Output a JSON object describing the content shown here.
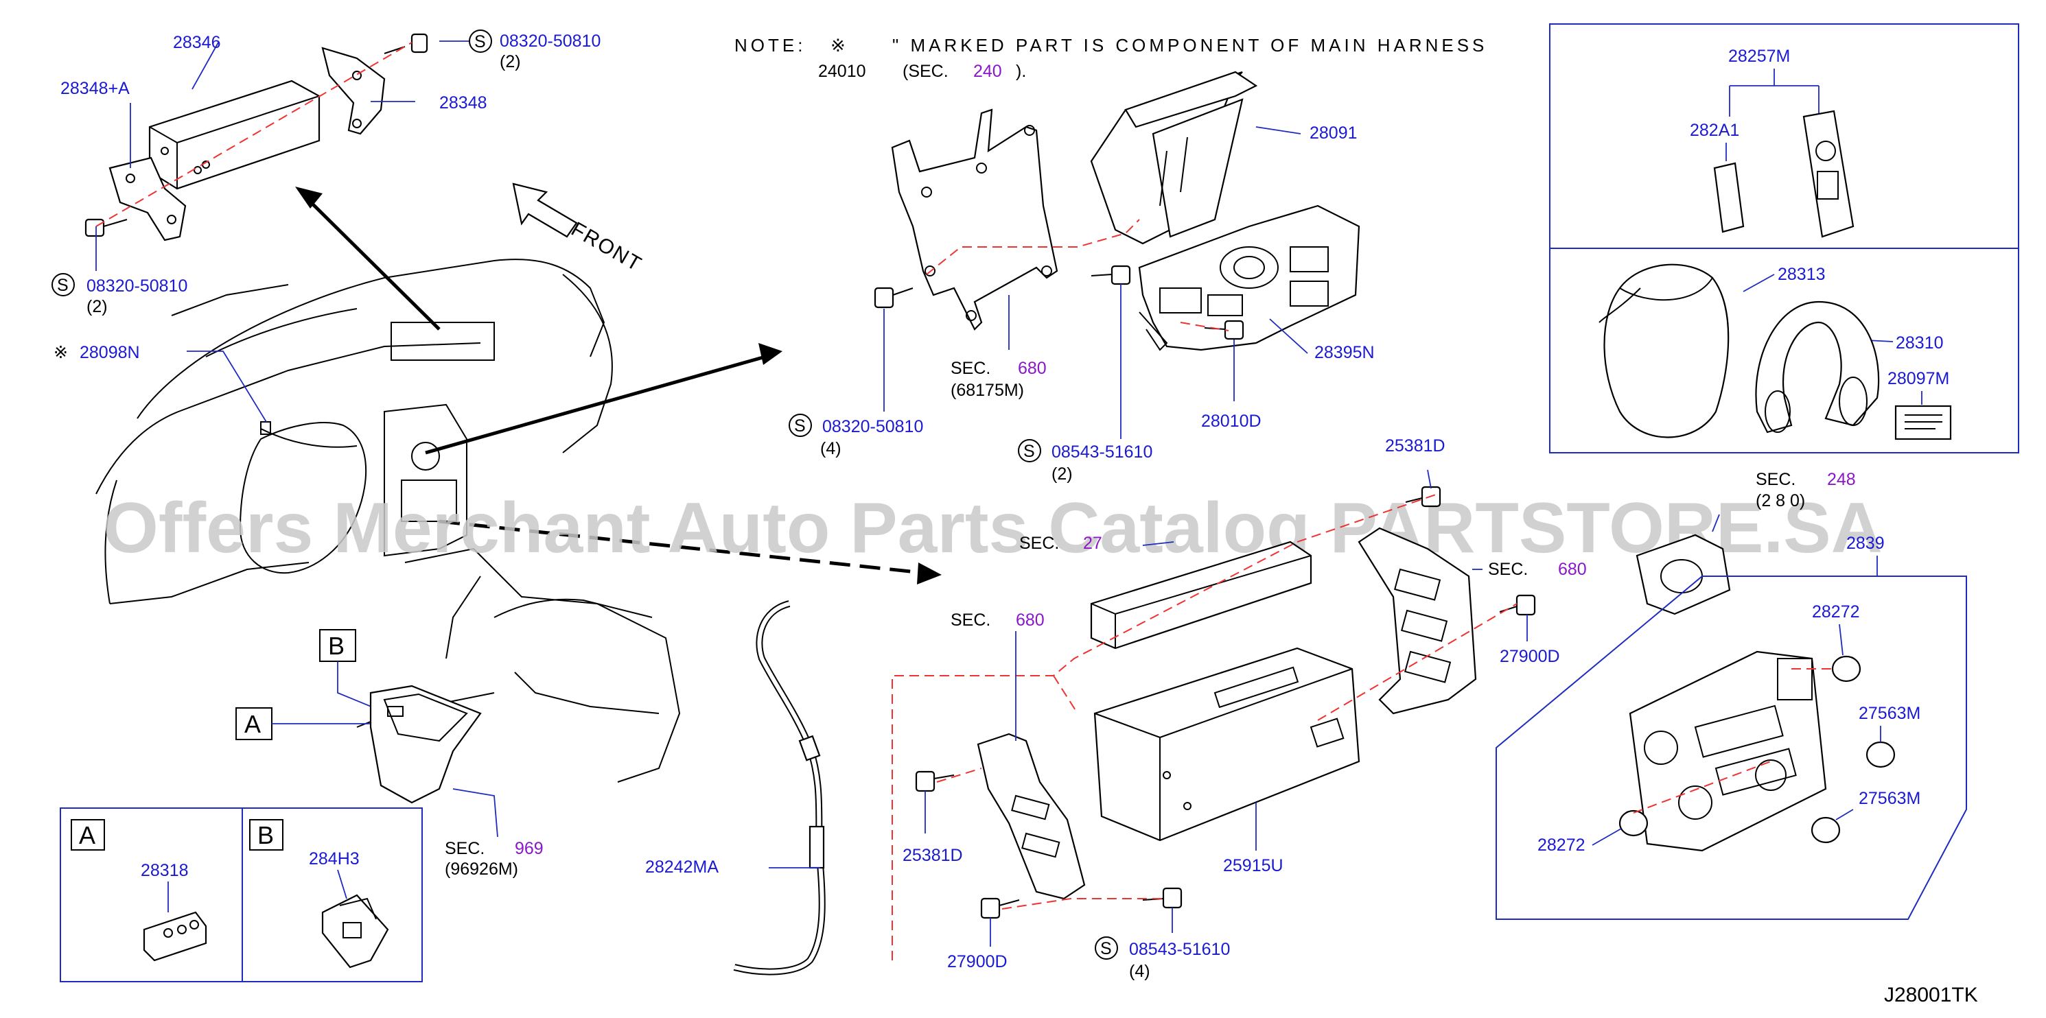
{
  "note": {
    "prefix": "NOTE:",
    "symbol": "※",
    "text": "\" MARKED PART IS COMPONENT OF MAIN HARNESS",
    "line2_part": "24010",
    "line2_sec_open": "(SEC.",
    "line2_sec_num": "240",
    "line2_close": ")."
  },
  "front_label": "FRONT",
  "watermark": "Offers Merchant Auto Parts Catalog PARTSTORE.SA",
  "diagram_id": "J28001TK",
  "s_symbol": "S",
  "colors": {
    "part_number": "#1a1ad1",
    "section_number": "#8a17c9",
    "box": "#1e2bbf",
    "dashed": "#e33333"
  },
  "parts": {
    "p28346": "28346",
    "p28348a": "28348+A",
    "p28348": "28348",
    "bolt_top_right": "08320-50810",
    "bolt_top_right_qty": "(2)",
    "bolt_top_left": "08320-50810",
    "bolt_top_left_qty": "(2)",
    "p28098n": "28098N",
    "p28091": "28091",
    "p28395n": "28395N",
    "p28010d": "28010D",
    "bolt_mid_left": "08320-50810",
    "bolt_mid_left_qty": "(4)",
    "bolt_mid": "08543-51610",
    "bolt_mid_qty": "(2)",
    "p28257m": "28257M",
    "p282a1": "282A1",
    "p28313": "28313",
    "p28310": "28310",
    "p28097m": "28097M",
    "p25381d_top": "25381D",
    "p27900d_right": "27900D",
    "p25381d_left": "25381D",
    "p27900d_bottom": "27900D",
    "p25915u": "25915U",
    "bolt_bottom": "08543-51610",
    "bolt_bottom_qty": "(4)",
    "p28242ma": "28242MA",
    "p28272_top": "28272",
    "p27563m_top": "27563M",
    "p27563m_bottom": "27563M",
    "p28272_bottom": "28272",
    "p28395_partial": "2839",
    "p28318": "28318",
    "p284h3": "284H3"
  },
  "sections": {
    "sec_word": "SEC.",
    "s680_bracket": "680",
    "s680_bracket_sub": "(68175M)",
    "s27x_partial": "27",
    "s248": "248",
    "s248_sub": "(2 8 0)",
    "s680_right": "680",
    "s680_left": "680",
    "s969": "969",
    "s969_sub": "(96926M)"
  },
  "callouts": {
    "a": "A",
    "b": "B"
  }
}
